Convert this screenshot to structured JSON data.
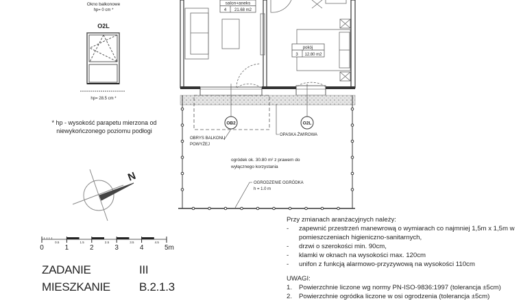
{
  "legend": {
    "window1_caption": "Okno balkonowe",
    "window1_hp": "hp= 0 cm *",
    "window2_code": "O2L",
    "window2_hp": "hp= 28.5 cm *",
    "footnote_line1": "* hp - wysokość parapetu mierzona od",
    "footnote_line2": "niewykończonego poziomu podłogi"
  },
  "plan": {
    "rooms": [
      {
        "name": "salon+aneks",
        "number": "4",
        "area": "21.68 m2"
      },
      {
        "name": "pokój",
        "number": "3",
        "area": "12.80 m2"
      }
    ],
    "tags": [
      "OB2",
      "O2L"
    ],
    "balcony_label_line1": "OBRYS BALKONU",
    "balcony_label_line2": "POWYŻEJ",
    "gravel_label": "OPASKA ŻWIROWA",
    "garden_line1": "ogródek ok. 30.80 m² z prawem do",
    "garden_line2": "wyłącznego korzystania",
    "fence_line1": "OGRODZENIE OGRÓDKA",
    "fence_line2": "h = 1.0 m"
  },
  "compass": {
    "north_label": "N"
  },
  "scale": {
    "major_labels": [
      "0",
      "1",
      "2",
      "3",
      "4",
      "5m"
    ],
    "minor_labels": [
      "0.5",
      "1.5",
      "2.5",
      "3.5",
      "4.5"
    ]
  },
  "info": {
    "task_label": "ZADANIE",
    "task_value": "III",
    "apartment_label": "MIESZKANIE",
    "apartment_value": "B.2.1.3"
  },
  "notes": {
    "intro": "Przy zmianach aranżacyjnych należy:",
    "items": [
      "zapewnić przestrzeń manewrową o wymiarach co najmniej 1,5m x 1,5m w pomieszczeniach higieniczno-sanitarnych,",
      "drzwi o szerokości min. 90cm,",
      "klamki w oknach na wysokości max. 120cm",
      "unifon z funkcją alarmowo-przyzywową na wysokości 110cm"
    ],
    "remarks_title": "UWAGI:",
    "remarks": [
      {
        "n": "1.",
        "text": "Powierzchnie liczone wg normy PN-ISO-9836:1997 (tolerancja ±5cm)"
      },
      {
        "n": "2.",
        "text": "Powierzchnie ogródka liczone w osi ogrodzenia (tolerancja ±5cm)"
      }
    ]
  }
}
